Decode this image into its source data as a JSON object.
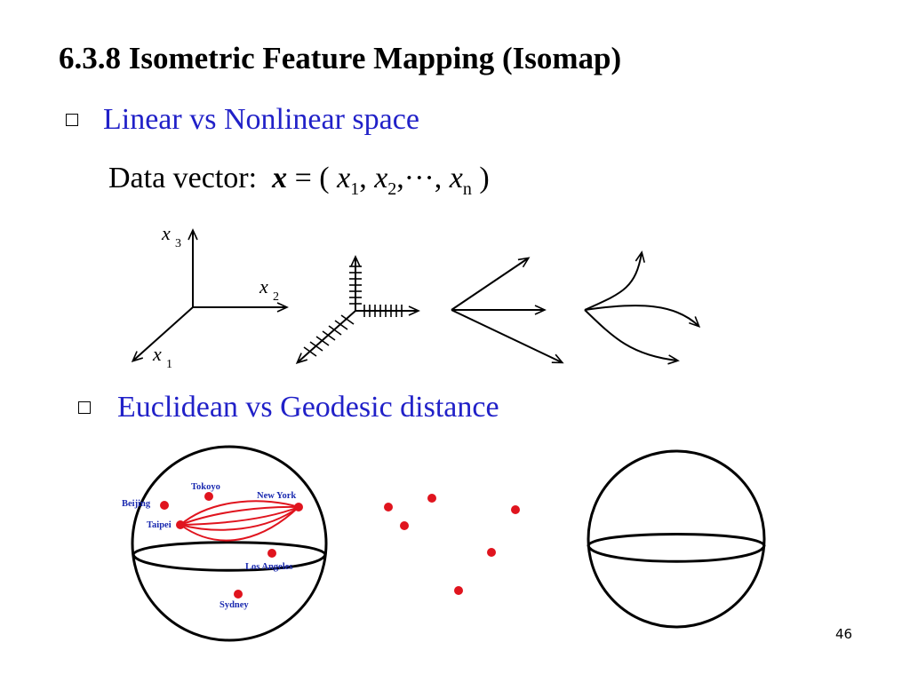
{
  "title": "6.3.8 Isometric Feature Mapping (Isomap)",
  "bullets": [
    {
      "label": "Linear vs Nonlinear space"
    },
    {
      "label": "Euclidean vs Geodesic distance"
    }
  ],
  "data_vector": {
    "prefix": "Data vector:",
    "symbol": "x",
    "equals": "=",
    "comp_var": "x",
    "sub1": "1",
    "sub2": "2",
    "subn": "n",
    "dots": "···"
  },
  "axes_labels": {
    "x1": "x",
    "x1_sub": "1",
    "x2": "x",
    "x2_sub": "2",
    "x3": "x",
    "x3_sub": "3"
  },
  "cities": [
    "Tokoyo",
    "Beijing",
    "New York",
    "Taipei",
    "Los Angeles",
    "Sydney"
  ],
  "colors": {
    "bullet_text": "#2121c8",
    "city_label": "#1a2ab0",
    "dot": "#e0141e",
    "route": "#e0141e"
  },
  "page_number": "46"
}
